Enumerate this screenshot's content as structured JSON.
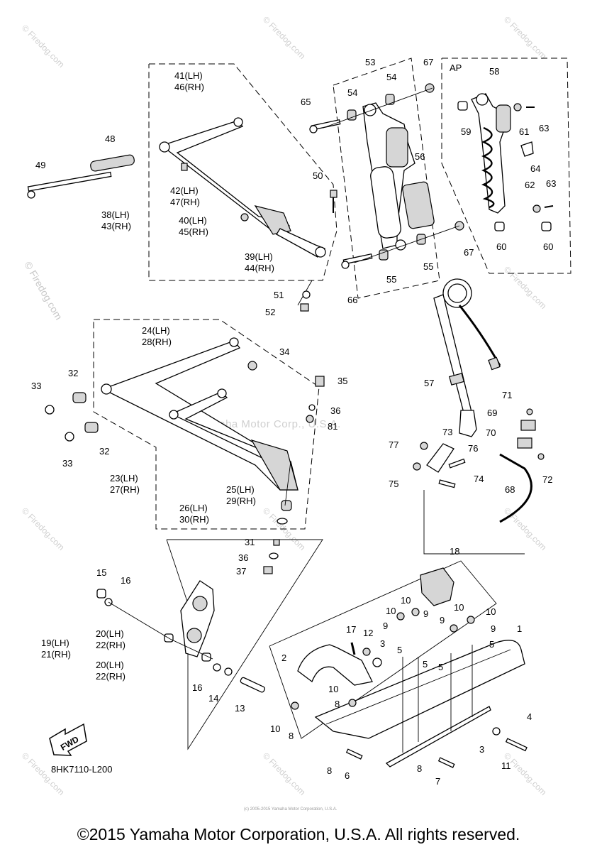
{
  "labels": [
    {
      "id": "l53",
      "t": "53"
    },
    {
      "id": "l67a",
      "t": "67"
    },
    {
      "id": "l54a",
      "t": "54"
    },
    {
      "id": "l54b",
      "t": "54"
    },
    {
      "id": "l65",
      "t": "65"
    },
    {
      "id": "l56",
      "t": "56"
    },
    {
      "id": "l67b",
      "t": "67"
    },
    {
      "id": "l55a",
      "t": "55"
    },
    {
      "id": "l55b",
      "t": "55"
    },
    {
      "id": "l66",
      "t": "66"
    },
    {
      "id": "lAP",
      "t": "AP"
    },
    {
      "id": "l58",
      "t": "58"
    },
    {
      "id": "l59",
      "t": "59"
    },
    {
      "id": "l61",
      "t": "61"
    },
    {
      "id": "l63a",
      "t": "63"
    },
    {
      "id": "l64",
      "t": "64"
    },
    {
      "id": "l62",
      "t": "62"
    },
    {
      "id": "l63b",
      "t": "63"
    },
    {
      "id": "l60a",
      "t": "60"
    },
    {
      "id": "l60b",
      "t": "60"
    },
    {
      "id": "l41",
      "t": "41(LH)"
    },
    {
      "id": "l46",
      "t": "46(RH)"
    },
    {
      "id": "l48",
      "t": "48"
    },
    {
      "id": "l49",
      "t": "49"
    },
    {
      "id": "l42",
      "t": "42(LH)"
    },
    {
      "id": "l47",
      "t": "47(RH)"
    },
    {
      "id": "l50",
      "t": "50"
    },
    {
      "id": "l38",
      "t": "38(LH)"
    },
    {
      "id": "l43",
      "t": "43(RH)"
    },
    {
      "id": "l40",
      "t": "40(LH)"
    },
    {
      "id": "l45",
      "t": "45(RH)"
    },
    {
      "id": "l39",
      "t": "39(LH)"
    },
    {
      "id": "l44",
      "t": "44(RH)"
    },
    {
      "id": "l51",
      "t": "51"
    },
    {
      "id": "l52",
      "t": "52"
    },
    {
      "id": "l57",
      "t": "57"
    },
    {
      "id": "l24",
      "t": "24(LH)"
    },
    {
      "id": "l28",
      "t": "28(RH)"
    },
    {
      "id": "l34",
      "t": "34"
    },
    {
      "id": "l32a",
      "t": "32"
    },
    {
      "id": "l33a",
      "t": "33"
    },
    {
      "id": "l35",
      "t": "35"
    },
    {
      "id": "l36a",
      "t": "36"
    },
    {
      "id": "l81",
      "t": "81"
    },
    {
      "id": "l71",
      "t": "71"
    },
    {
      "id": "l69",
      "t": "69"
    },
    {
      "id": "l70",
      "t": "70"
    },
    {
      "id": "l72",
      "t": "72"
    },
    {
      "id": "l32b",
      "t": "32"
    },
    {
      "id": "l33b",
      "t": "33"
    },
    {
      "id": "l77",
      "t": "77"
    },
    {
      "id": "l73",
      "t": "73"
    },
    {
      "id": "l76",
      "t": "76"
    },
    {
      "id": "l75",
      "t": "75"
    },
    {
      "id": "l74",
      "t": "74"
    },
    {
      "id": "l68",
      "t": "68"
    },
    {
      "id": "l23",
      "t": "23(LH)"
    },
    {
      "id": "l27",
      "t": "27(RH)"
    },
    {
      "id": "l25",
      "t": "25(LH)"
    },
    {
      "id": "l29",
      "t": "29(RH)"
    },
    {
      "id": "l26",
      "t": "26(LH)"
    },
    {
      "id": "l30",
      "t": "30(RH)"
    },
    {
      "id": "l31",
      "t": "31"
    },
    {
      "id": "l36b",
      "t": "36"
    },
    {
      "id": "l37",
      "t": "37"
    },
    {
      "id": "l18",
      "t": "18"
    },
    {
      "id": "l15",
      "t": "15"
    },
    {
      "id": "l16a",
      "t": "16"
    },
    {
      "id": "l10a",
      "t": "10"
    },
    {
      "id": "l10b",
      "t": "10"
    },
    {
      "id": "l9a",
      "t": "9"
    },
    {
      "id": "l9b",
      "t": "9"
    },
    {
      "id": "l9c",
      "t": "9"
    },
    {
      "id": "l10c",
      "t": "10"
    },
    {
      "id": "l10d",
      "t": "10"
    },
    {
      "id": "l9d",
      "t": "9"
    },
    {
      "id": "l1",
      "t": "1"
    },
    {
      "id": "l17",
      "t": "17"
    },
    {
      "id": "l12",
      "t": "12"
    },
    {
      "id": "l3a",
      "t": "3"
    },
    {
      "id": "l5a",
      "t": "5"
    },
    {
      "id": "l5b",
      "t": "5"
    },
    {
      "id": "l5c",
      "t": "5"
    },
    {
      "id": "l5d",
      "t": "5"
    },
    {
      "id": "l19",
      "t": "19(LH)"
    },
    {
      "id": "l21",
      "t": "21(RH)"
    },
    {
      "id": "l20a",
      "t": "20(LH)"
    },
    {
      "id": "l22a",
      "t": "22(RH)"
    },
    {
      "id": "l20b",
      "t": "20(LH)"
    },
    {
      "id": "l22b",
      "t": "22(RH)"
    },
    {
      "id": "l2",
      "t": "2"
    },
    {
      "id": "l16b",
      "t": "16"
    },
    {
      "id": "l14",
      "t": "14"
    },
    {
      "id": "l13",
      "t": "13"
    },
    {
      "id": "l10e",
      "t": "10"
    },
    {
      "id": "l8a",
      "t": "8"
    },
    {
      "id": "l4",
      "t": "4"
    },
    {
      "id": "l10f",
      "t": "10"
    },
    {
      "id": "l8b",
      "t": "8"
    },
    {
      "id": "l3b",
      "t": "3"
    },
    {
      "id": "l11",
      "t": "11"
    },
    {
      "id": "l8c",
      "t": "8"
    },
    {
      "id": "l6",
      "t": "6"
    },
    {
      "id": "l8d",
      "t": "8"
    },
    {
      "id": "l7",
      "t": "7"
    }
  ],
  "diagram_code": "8HK7110-L200",
  "fwd_label": "FWD",
  "ghost_text": "Yamaha Motor Corp., U.S.A.",
  "firedog_vertical": "© Firedog.com",
  "watermarks": "© Firedog.com",
  "tiny_credit": "(c) 2005-2015 Yamaha Motor Corporation, U.S.A.",
  "copyright": "©2015 Yamaha Motor Corporation, U.S.A. All rights reserved."
}
